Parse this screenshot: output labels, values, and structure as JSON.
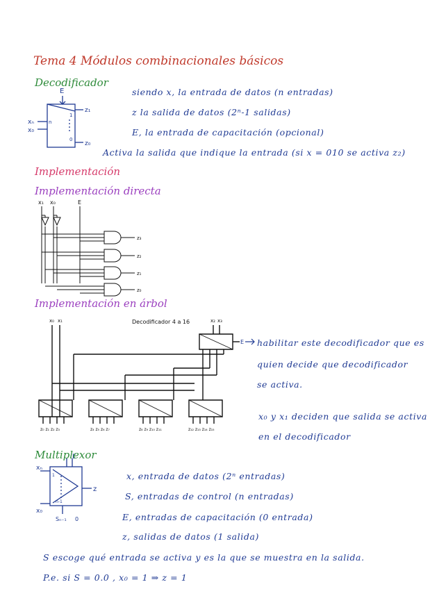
{
  "title": "Tema 4 Módulos combinacionales básicos",
  "decoder": {
    "heading": "Decodificador",
    "lines": [
      "siendo x, la entrada de datos (n entradas)",
      "z la salida de datos (2ⁿ-1 salidas)",
      "E, la entrada de capacitación (opcional)",
      "Activa la salida que indique la entrada (si x = 010 se activa z₂)"
    ],
    "block": {
      "top": "E",
      "in1": "xₙ",
      "in0": "x₀",
      "out_top": "z₁",
      "out_bot": "z₀",
      "pin_n": "n",
      "pin_0": "0",
      "pin_1": "1"
    }
  },
  "impl": {
    "heading": "Implementación",
    "direct_heading": "Implementación directa",
    "direct_inputs": [
      "x₁",
      "x₀",
      "E"
    ],
    "direct_outputs": [
      "z₀",
      "z₁",
      "z₂",
      "z₃"
    ],
    "tree_heading": "Implementación en árbol",
    "tree_title": "Decodificador 4 a 16",
    "tree_inputs_left": [
      "x₀",
      "x₁"
    ],
    "tree_inputs_right": [
      "x₂",
      "x₃"
    ],
    "tree_e": "E",
    "tree_outputs": [
      "z₀ z₁ z₂ z₃",
      "z₄ z₅ z₆ z₇",
      "z₈ z₉ z₁₀ z₁₁",
      "z₁₂ z₁₃ z₁₄ z₁₅"
    ],
    "notes": [
      "habilitar este decodificador que es",
      "quien decide que decodificador",
      "se activa.",
      "x₀ y x₁ deciden que salida se activa",
      "en el decodificador"
    ]
  },
  "mux": {
    "heading": "Multiplexor",
    "lines": [
      "x, entrada de datos (2ⁿ entradas)",
      "S, entradas de control (n entradas)",
      "E, entradas de capacitación (0 entrada)",
      "z, salidas de datos (1 salida)"
    ],
    "block": {
      "e": "E",
      "x_top": "xₙ",
      "x_bot": "x₀",
      "z": "z",
      "s": "Sₙ₋₁",
      "s0": "0",
      "pin_top": "1",
      "pin_bot": "n-1"
    },
    "summary": "S escoge qué entrada se activa y es la que se muestra en la salida.",
    "example": "P.e. si S = 0.0 , x₀ = 1 ⇒ z = 1"
  }
}
